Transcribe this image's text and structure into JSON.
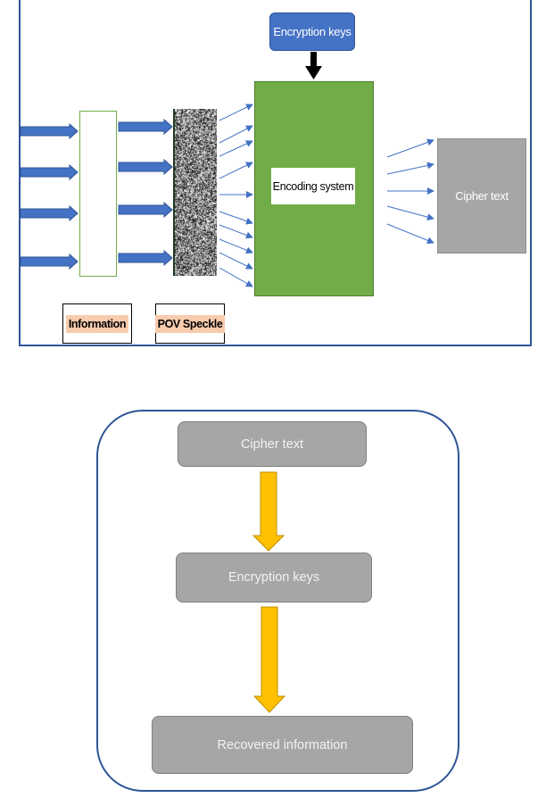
{
  "encryption_scheme": {
    "encryption_keys_label": "Encryption keys",
    "encoding_system_label": "Encoding system",
    "cipher_text_label": "Cipher text",
    "information_label": "Information",
    "pov_speckle_label": "POV Speckle",
    "input_arrow_count": 4,
    "speckle_arrow_count": 4,
    "fan_arrow_count": 10,
    "output_arrow_count": 5
  },
  "decryption_flow": {
    "steps": [
      "Cipher text",
      "Encryption keys",
      "Recovered information"
    ]
  },
  "colors": {
    "frame_border": "#2f5597",
    "keys_box": "#4472c4",
    "encoding_green": "#70ad47",
    "cipher_gray": "#a6a6a6",
    "label_peach": "#f8cbad",
    "flow_arrow_yellow": "#ffc000"
  }
}
